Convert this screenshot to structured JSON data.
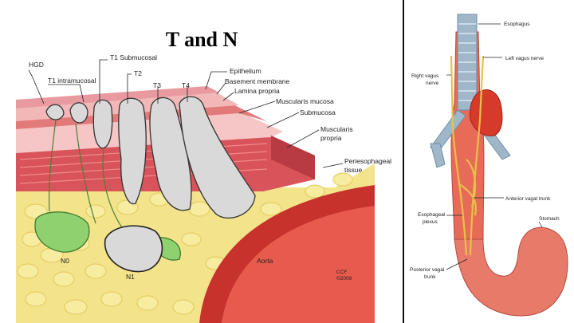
{
  "title": "T and N",
  "left_panel": {
    "labels": {
      "hgd": "HGD",
      "t1_submucosal": "T1 Submucosal",
      "t1_intramucosal": "T1 intramucosal",
      "t2": "T2",
      "t3": "T3",
      "t4": "T4",
      "epithelium": "Epithelium",
      "basement_membrane": "Basement membrane",
      "lamina_propria": "Lamina propria",
      "muscularis_mucosa": "Muscularis mucosa",
      "submucosa": "Submucosa",
      "muscularis_propria_1": "Muscularis",
      "muscularis_propria_2": "propria",
      "periesophageal_1": "Periesophageal",
      "periesophageal_2": "tissue",
      "n0": "N0",
      "n1": "N1",
      "aorta": "Aorta",
      "credit_1": "CCF",
      "credit_2": "©2009"
    }
  },
  "right_panel": {
    "labels": {
      "esophagus": "Esophagus",
      "left_vagus": "Left vagus nerve",
      "right_vagus_1": "Right vagus",
      "right_vagus_2": "nerve",
      "anterior_vagal": "Anterior vagal trunk",
      "esophageal_plexus_1": "Esophageal",
      "esophageal_plexus_2": "plexus",
      "stomach": "Stomach",
      "posterior_vagal_1": "Posterior vagal",
      "posterior_vagal_2": "trunk"
    }
  },
  "colors": {
    "tissue_pink": "#f2b8b8",
    "muscle_red": "#d9545a",
    "fat_yellow": "#f3e38a",
    "node_green": "#8fd06f",
    "tumor_gray": "#d9d9d9",
    "aorta_red": "#c8322c",
    "nerve_yellow": "#e8c04a",
    "trachea_blue": "#9fb7c9"
  }
}
